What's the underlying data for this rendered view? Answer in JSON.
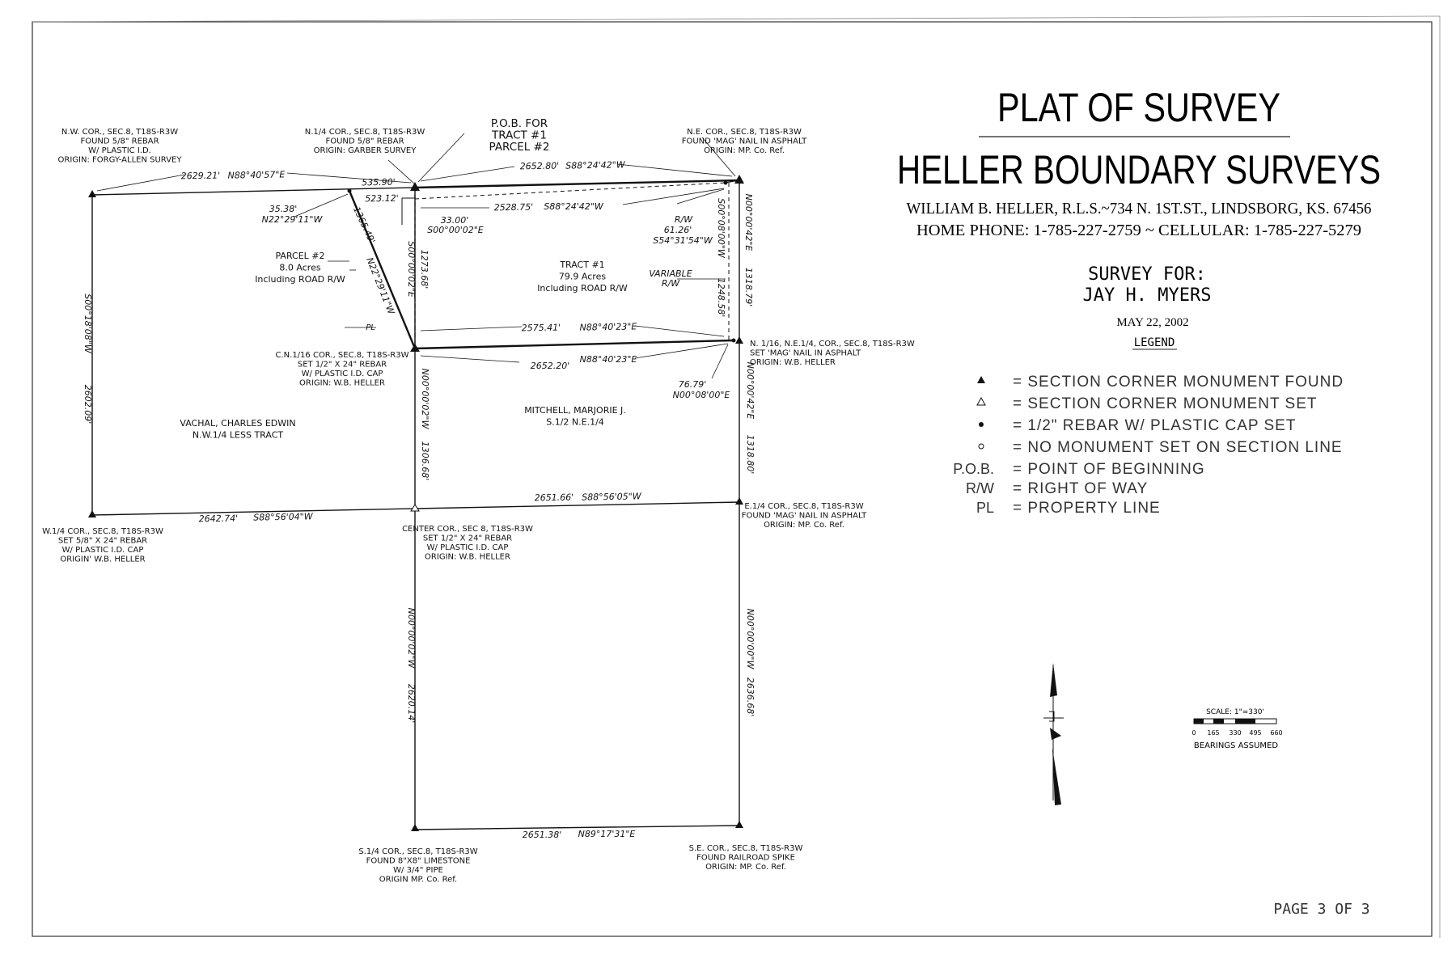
{
  "title": {
    "main": "PLAT OF SURVEY",
    "company": "HELLER BOUNDARY SURVEYS",
    "address": "WILLIAM  B. HELLER, R.L.S.~734  N. 1ST.ST., LINDSBORG, KS. 67456",
    "phones": "HOME  PHONE: 1-785-227-2759  ~  CELLULAR: 1-785-227-5279",
    "survey_for_label": "SURVEY  FOR:",
    "client": "JAY  H. MYERS",
    "date": "MAY  22, 2002",
    "legend_title": "LEGEND"
  },
  "legend": [
    {
      "symbol": "triangle-filled",
      "key": "",
      "text": "=  SECTION  CORNER  MONUMENT  FOUND"
    },
    {
      "symbol": "triangle-open",
      "key": "",
      "text": "=  SECTION  CORNER  MONUMENT  SET"
    },
    {
      "symbol": "dot-filled",
      "key": "",
      "text": "=  1/2\" REBAR  W/  PLASTIC  CAP  SET"
    },
    {
      "symbol": "circle-open",
      "key": "",
      "text": "=  NO  MONUMENT  SET  ON  SECTION  LINE"
    },
    {
      "symbol": "text",
      "key": "P.O.B.",
      "text": "=  POINT  OF  BEGINNING"
    },
    {
      "symbol": "text",
      "key": "R/W",
      "text": "=  RIGHT  OF  WAY"
    },
    {
      "symbol": "text",
      "key": "PL",
      "text": "=  PROPERTY  LINE"
    }
  ],
  "scale": {
    "label": "SCALE: 1\"=330'",
    "ticks": [
      "0",
      "165",
      "330",
      "495",
      "660"
    ],
    "note": "BEARINGS  ASSUMED"
  },
  "page": "PAGE  3  OF  3",
  "corners": {
    "nw": [
      "N.W. COR., SEC.8, T18S-R3W",
      "FOUND  5/8\" REBAR",
      "W/ PLASTIC I.D.",
      "ORIGIN: FORGY-ALLEN SURVEY"
    ],
    "n14": [
      "N.1/4 COR., SEC.8, T18S-R3W",
      "FOUND 5/8\" REBAR",
      "ORIGIN: GARBER SURVEY"
    ],
    "pob": [
      "P.O.B. FOR",
      "TRACT #1",
      "PARCEL #2"
    ],
    "ne": [
      "N.E. COR., SEC.8, T18S-R3W",
      "FOUND 'MAG' NAIL IN ASPHALT",
      "ORIGIN: MP. Co. Ref."
    ],
    "cn116": [
      "C.N.1/16 COR., SEC.8, T18S-R3W",
      "SET 1/2\" X 24\" REBAR",
      "W/ PLASTIC I.D. CAP",
      "ORIGIN: W.B. HELLER"
    ],
    "n116": [
      "N. 1/16, N.E.1/4, COR., SEC.8, T18S-R3W",
      "SET 'MAG' NAIL IN ASPHALT",
      "ORIGIN: W.B. HELLER"
    ],
    "w14": [
      "W.1/4 COR., SEC.8, T18S-R3W",
      "SET 5/8\" X 24\" REBAR",
      "W/ PLASTIC I.D. CAP",
      "ORIGIN' W.B. HELLER"
    ],
    "center": [
      "CENTER COR., SEC 8, T18S-R3W",
      "SET 1/2\" X 24\" REBAR",
      "W/ PLASTIC I.D. CAP",
      "ORIGIN: W.B. HELLER"
    ],
    "e14": [
      "E.1/4 COR., SEC.8, T18S-R3W",
      "FOUND 'MAG' NAIL IN ASPHALT",
      "ORIGIN: MP. Co. Ref."
    ],
    "s14": [
      "S.1/4 COR., SEC.8, T18S-R3W",
      "FOUND 8\"X8\" LIMESTONE",
      "W/ 3/4\" PIPE",
      "ORIGIN MP. Co. Ref."
    ],
    "se": [
      "S.E. COR., SEC.8, T18S-R3W",
      "FOUND  RAILROAD SPIKE",
      "ORIGIN: MP. Co. Ref."
    ]
  },
  "areas": {
    "parcel2": [
      "PARCEL #2",
      "8.0 Acres",
      "Including ROAD R/W"
    ],
    "tract1": [
      "TRACT #1",
      "79.9 Acres",
      "Including ROAD R/W"
    ],
    "vachal": [
      "VACHAL, CHARLES EDWIN",
      "N.W.1/4 LESS TRACT"
    ],
    "mitchell": [
      "MITCHELL, MARJORIE J.",
      "S.1/2 N.E.1/4"
    ]
  },
  "calls": {
    "north_nw_dist": "2629.21'",
    "north_nw_brg": "N88°40'57\"E",
    "north_535": "535.90'",
    "north_523": "523.12'",
    "north_ne_dist": "2652.80'",
    "north_ne_brg": "S88°24'42\"W",
    "inner_dist": "2528.75'",
    "inner_brg": "S88°24'42\"W",
    "rw_33": "33.00'",
    "rw_33_brg": "S00°00'02\"E",
    "short_35": "35.38'",
    "short_35_brg": "N22°29'11\"W",
    "parcel_diag_dist": "1365.49'",
    "parcel_diag_brg": "N22°29'11\"W",
    "mid_1273": "1273.68'",
    "mid_1273_brg": "S00°00'02\"E",
    "rw_label": "R/W",
    "rw_6126": "61.26'",
    "rw_6126_brg": "S54°31'54\"W",
    "variable": "VARIABLE",
    "variable_rw": "R/W",
    "east_upper_brg": "N00°00'42\"E",
    "east_upper_inner_brg": "S00°08'00\"W",
    "east_1248": "1248.58'",
    "east_1318": "1318.79'",
    "pl_marker": "PL",
    "tract_south_dist": "2575.41'",
    "tract_south_brg": "N88°40'23\"E",
    "c116_dist": "2652.20'",
    "c116_brg": "N88°40'23\"E",
    "r7679": "76.79'",
    "r7679_brg": "N00°08'00\"E",
    "west_dist": "2602.09'",
    "west_brg": "S00°18'08\"W",
    "mid_lower_brg": "N00°00'02\"W",
    "mid_lower_dist": "1306.68'",
    "east_mid_brg": "N00°00'42\"E",
    "east_mid_dist": "1318.80'",
    "center_w_dist": "2642.74'",
    "center_w_brg": "S88°56'04\"W",
    "center_e_dist": "2651.66'",
    "center_e_brg": "S88°56'05\"W",
    "south_mid_brg": "N00°00'02\"W",
    "south_mid_dist": "2620.14'",
    "east_low_brg": "N00°00'00\"W",
    "east_low_dist": "2636.68'",
    "south_dist": "2651.38'",
    "south_brg": "N89°17'31\"E"
  }
}
